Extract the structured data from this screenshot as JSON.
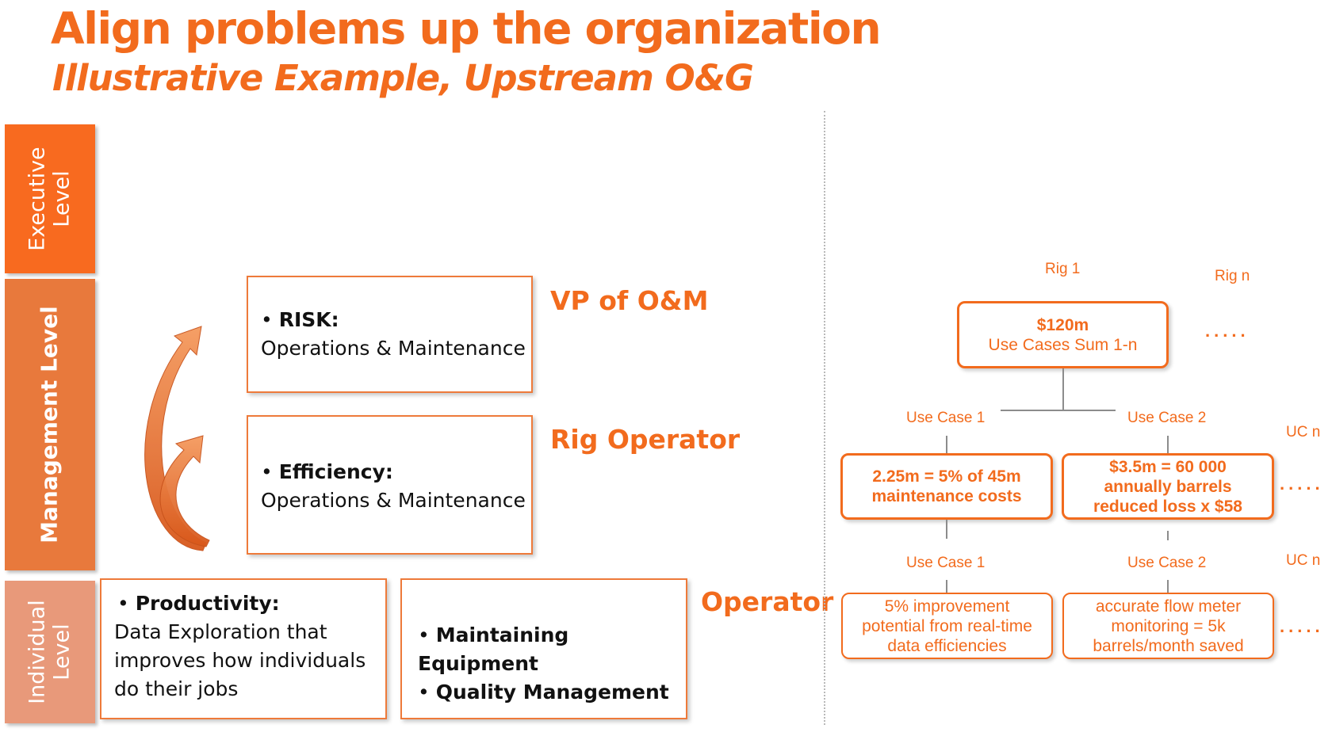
{
  "header": {
    "title": "Align problems up the organization",
    "subtitle": "Illustrative Example, Upstream O&G"
  },
  "levels": {
    "executive": "Executive Level",
    "management": "Management Level",
    "individual": "Individual Level"
  },
  "cards": {
    "risk": {
      "head": "RISK:",
      "body": "Operations & Maintenance"
    },
    "efficiency": {
      "head": "Efficiency:",
      "body": "Operations & Maintenance"
    },
    "productivity": {
      "head": "Productivity:",
      "body": [
        "Data Exploration that",
        "improves how individuals",
        "do their jobs"
      ]
    },
    "tasks": [
      "Maintaining Equipment",
      "Quality Management"
    ]
  },
  "roles": {
    "vp": "VP of O&M",
    "rig_operator": "Rig Operator",
    "operator": "Operator"
  },
  "tree": {
    "rig1": "Rig 1",
    "rign": "Rig n",
    "top_box": {
      "line1": "$120m",
      "line2": "Use Cases Sum 1-n"
    },
    "uc1_label": "Use Case 1",
    "uc2_label": "Use Case 2",
    "ucn_label": "UC n",
    "mid_box_1": [
      "2.25m = 5% of 45m",
      "maintenance costs"
    ],
    "mid_box_2": [
      "$3.5m = 60 000",
      "annually barrels",
      "reduced loss x $58"
    ],
    "bottom_box_1": [
      "5% improvement",
      "potential from real-time",
      "data efficiencies"
    ],
    "bottom_box_2": [
      "accurate flow meter",
      "monitoring = 5k",
      "barrels/month saved"
    ],
    "ellipsis": "....."
  },
  "colors": {
    "accent": "#f26b1d",
    "executive_band": "#f86a1f",
    "management_band": "#e8793c",
    "individual_band": "#e8997a"
  }
}
